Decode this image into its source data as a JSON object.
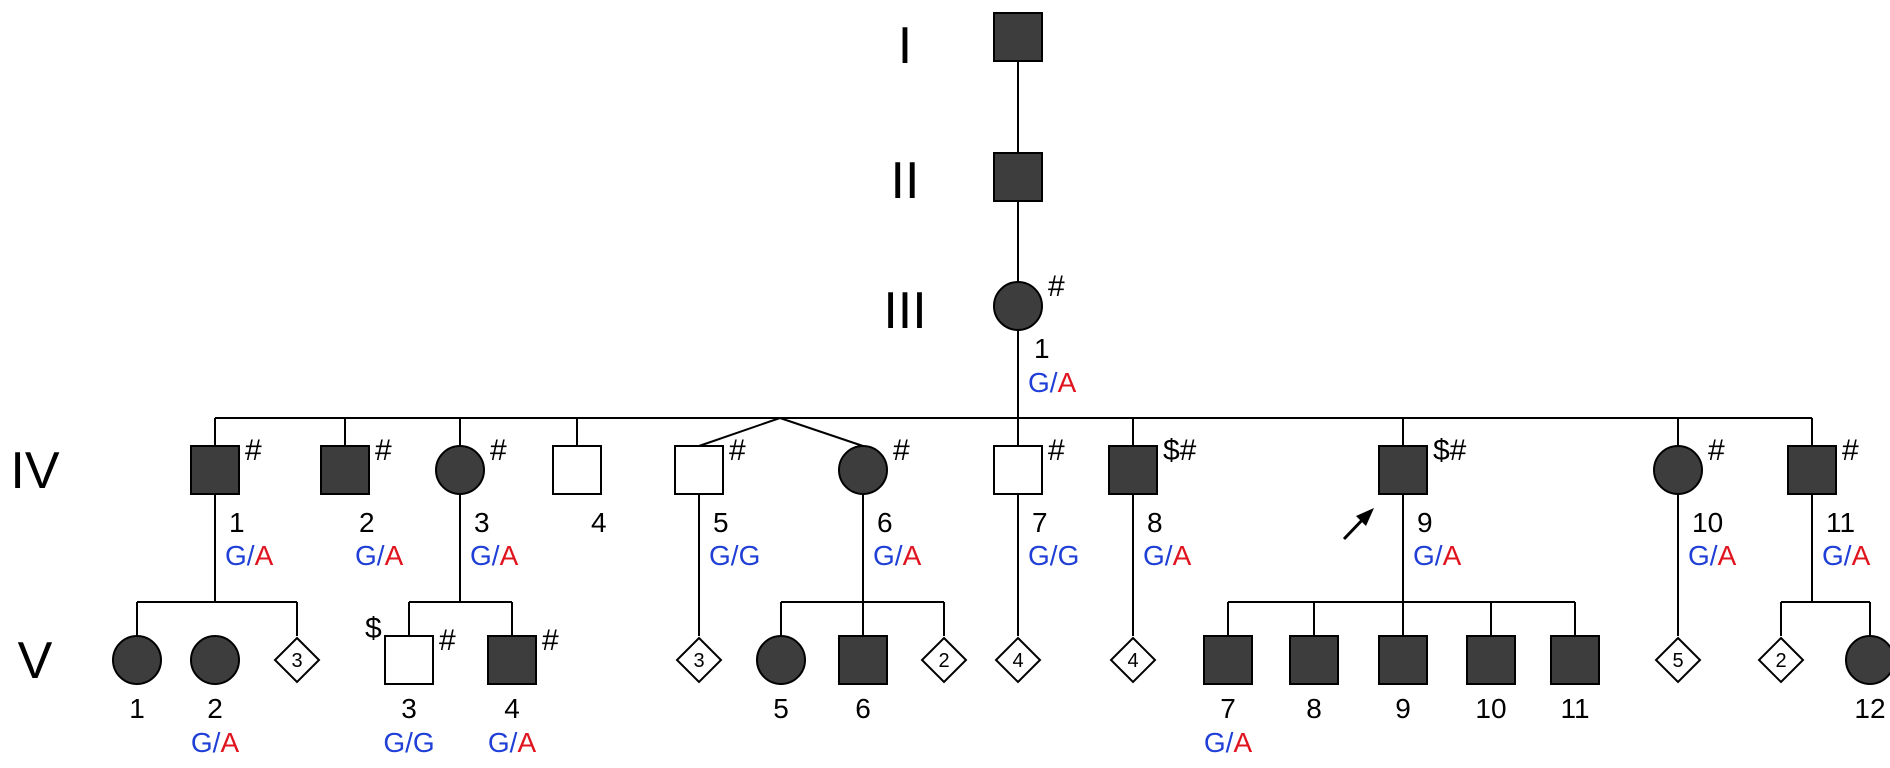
{
  "colors": {
    "affected": "#3d3d3d",
    "unaffected": "#ffffff",
    "stroke": "#000000",
    "allele_G": "#1f3fd6",
    "allele_A": "#e0141e",
    "separator": "#1f3fd6"
  },
  "generations": [
    "I",
    "II",
    "III",
    "IV",
    "V"
  ],
  "individuals": [
    {
      "id": "I-1",
      "shape": "square",
      "affected": true
    },
    {
      "id": "II-1",
      "shape": "square",
      "affected": true
    },
    {
      "id": "III-1",
      "shape": "circle",
      "affected": true,
      "num": "1",
      "marker": "#",
      "geno": [
        "G",
        "A"
      ]
    },
    {
      "id": "IV-1",
      "shape": "square",
      "affected": true,
      "num": "1",
      "marker": "#",
      "geno": [
        "G",
        "A"
      ]
    },
    {
      "id": "IV-2",
      "shape": "square",
      "affected": true,
      "num": "2",
      "marker": "#",
      "geno": [
        "G",
        "A"
      ]
    },
    {
      "id": "IV-3",
      "shape": "circle",
      "affected": true,
      "num": "3",
      "marker": "#",
      "geno": [
        "G",
        "A"
      ]
    },
    {
      "id": "IV-4",
      "shape": "square",
      "affected": false,
      "num": "4"
    },
    {
      "id": "IV-5",
      "shape": "square",
      "affected": false,
      "num": "5",
      "marker": "#",
      "geno": [
        "G",
        "G"
      ]
    },
    {
      "id": "IV-6",
      "shape": "circle",
      "affected": true,
      "num": "6",
      "marker": "#",
      "geno": [
        "G",
        "A"
      ]
    },
    {
      "id": "IV-7",
      "shape": "square",
      "affected": false,
      "num": "7",
      "marker": "#",
      "geno": [
        "G",
        "G"
      ]
    },
    {
      "id": "IV-8",
      "shape": "square",
      "affected": true,
      "num": "8",
      "marker": "$#",
      "geno": [
        "G",
        "A"
      ]
    },
    {
      "id": "IV-9",
      "shape": "square",
      "affected": true,
      "num": "9",
      "marker": "$#",
      "geno": [
        "G",
        "A"
      ],
      "proband": true
    },
    {
      "id": "IV-10",
      "shape": "circle",
      "affected": true,
      "num": "10",
      "marker": "#",
      "geno": [
        "G",
        "A"
      ]
    },
    {
      "id": "IV-11",
      "shape": "square",
      "affected": true,
      "num": "11",
      "marker": "#",
      "geno": [
        "G",
        "A"
      ]
    },
    {
      "id": "V-1",
      "shape": "circle",
      "affected": true,
      "num": "1"
    },
    {
      "id": "V-2",
      "shape": "circle",
      "affected": true,
      "num": "2",
      "geno": [
        "G",
        "A"
      ]
    },
    {
      "id": "V-d1",
      "shape": "diamond",
      "affected": false,
      "count": "3"
    },
    {
      "id": "V-3",
      "shape": "square",
      "affected": false,
      "num": "3",
      "marker": "#",
      "marker_left": "$",
      "geno": [
        "G",
        "G"
      ]
    },
    {
      "id": "V-4",
      "shape": "square",
      "affected": true,
      "num": "4",
      "marker": "#",
      "geno": [
        "G",
        "A"
      ]
    },
    {
      "id": "V-d2",
      "shape": "diamond",
      "affected": false,
      "count": "3"
    },
    {
      "id": "V-5",
      "shape": "circle",
      "affected": true,
      "num": "5"
    },
    {
      "id": "V-6",
      "shape": "square",
      "affected": true,
      "num": "6"
    },
    {
      "id": "V-d3",
      "shape": "diamond",
      "affected": false,
      "count": "2"
    },
    {
      "id": "V-d4",
      "shape": "diamond",
      "affected": false,
      "count": "4"
    },
    {
      "id": "V-d5",
      "shape": "diamond",
      "affected": false,
      "count": "4"
    },
    {
      "id": "V-7",
      "shape": "square",
      "affected": true,
      "num": "7",
      "geno": [
        "G",
        "A"
      ]
    },
    {
      "id": "V-8",
      "shape": "square",
      "affected": true,
      "num": "8"
    },
    {
      "id": "V-9",
      "shape": "square",
      "affected": true,
      "num": "9"
    },
    {
      "id": "V-10",
      "shape": "square",
      "affected": true,
      "num": "10"
    },
    {
      "id": "V-11",
      "shape": "square",
      "affected": true,
      "num": "11"
    },
    {
      "id": "V-d6",
      "shape": "diamond",
      "affected": false,
      "count": "5"
    },
    {
      "id": "V-d7",
      "shape": "diamond",
      "affected": false,
      "count": "2"
    },
    {
      "id": "V-12",
      "shape": "circle",
      "affected": true,
      "num": "12"
    }
  ]
}
